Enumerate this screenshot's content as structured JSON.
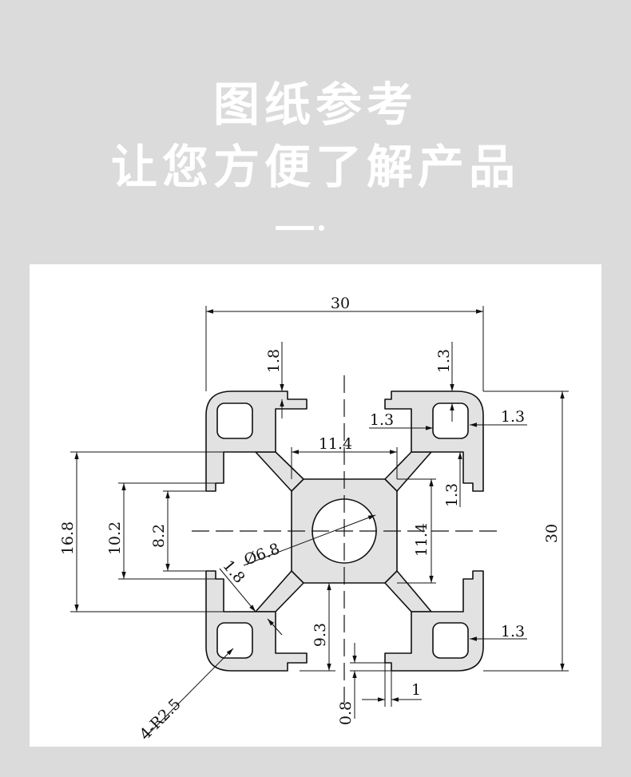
{
  "header": {
    "line1": "图纸参考",
    "line2": "让您方便了解产品"
  },
  "drawing": {
    "dim_width_top": "30",
    "dim_height_right": "30",
    "dim_slot_depth_top_left": "1.8",
    "dim_slot_depth_top_right": "1.3",
    "dim_wall_top_right_left": "1.3",
    "dim_wall_top_right_right": "1.3",
    "dim_wall_top_right_lower": "1.3",
    "dim_core_width": "11.4",
    "dim_core_height": "11.4",
    "dim_slot_outer": "16.8",
    "dim_slot_inner": "10.2",
    "dim_slot_opening": "8.2",
    "dim_bore": "Ø6.8",
    "dim_web": "1.8",
    "dim_bottom_wall": "1.3",
    "dim_center_to_bottom": "9.3",
    "dim_lip": "1",
    "dim_lip_thickness": "0.8",
    "dim_radius": "4-R2.5"
  },
  "colors": {
    "background": "#dcdbdb",
    "panel": "#ffffff",
    "profile_fill": "#e2e2e2",
    "line": "#111111"
  }
}
